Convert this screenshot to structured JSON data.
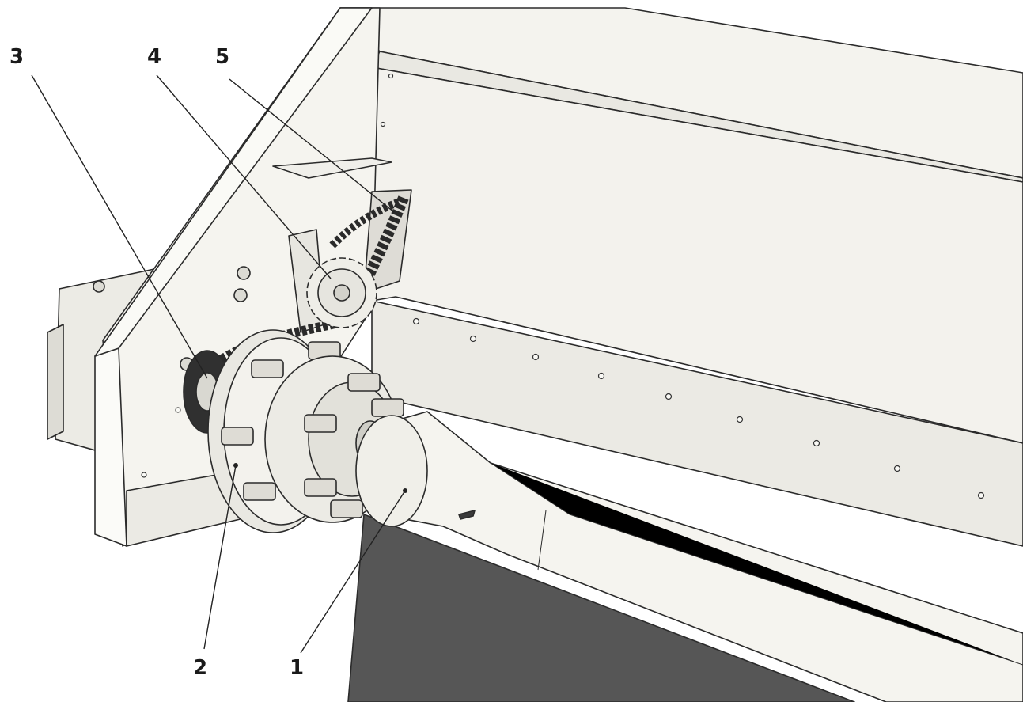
{
  "colors": {
    "panel": "#f2f1ec",
    "panel_shade": "#e3e2dc",
    "panel_dark": "#cfcec7",
    "outline": "#2b2b2b",
    "chain": "#2a2a2a",
    "skirt": "#555555",
    "label": "#1a1a1a"
  },
  "callouts": [
    {
      "id": "1",
      "label": "1",
      "part": "pto-shaft"
    },
    {
      "id": "2",
      "label": "2",
      "part": "coupling-flange"
    },
    {
      "id": "3",
      "label": "3",
      "part": "drive-chain-sprocket"
    },
    {
      "id": "4",
      "label": "4",
      "part": "idler-sprocket-bracket"
    },
    {
      "id": "5",
      "label": "5",
      "part": "roller-chain"
    }
  ]
}
